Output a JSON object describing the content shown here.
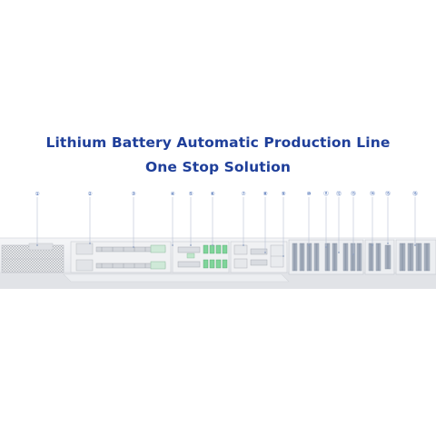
{
  "title": {
    "line1": "Lithium Battery Automatic Production Line",
    "line2": "One Stop Solution"
  },
  "markers": [
    "①",
    "②",
    "③",
    "④",
    "⑤",
    "⑥",
    "⑦",
    "⑧",
    "⑨",
    "⑩",
    "⑪",
    "⑫",
    "⑬",
    "⑭",
    "⑮",
    "⑯"
  ],
  "colors": {
    "title": "#1f3f9a",
    "marker": "#2a55a8",
    "line_base": "#eeeff1",
    "accent_green": "#7fd49a",
    "rack_blue": "#9aa6b8"
  }
}
